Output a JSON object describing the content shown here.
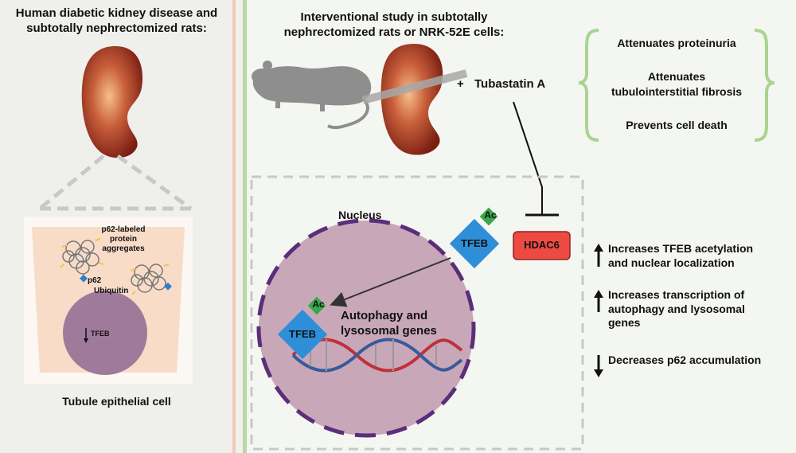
{
  "left": {
    "title_line1": "Human diabetic kidney disease and",
    "title_line2": "subtotally nephrectomized rats:",
    "aggregate_label_line1": "p62-labeled",
    "aggregate_label_line2": "protein",
    "aggregate_label_line3": "aggregates",
    "p62_label": "p62",
    "ubiquitin_label": "Ubiquitin",
    "tfeb_label": "TFEB",
    "caption": "Tubule epithelial cell"
  },
  "right": {
    "title_line1": "Interventional study in subtotally",
    "title_line2": "nephrectomized rats or NRK-52E cells:",
    "plus": "+",
    "drug": "Tubastatin A",
    "outcomes": [
      "Attenuates proteinuria",
      "Attenuates",
      "tubulointerstitial fibrosis",
      "Prevents cell death"
    ],
    "nucleus_label": "Nucleus",
    "tfeb": "TFEB",
    "ac": "Ac",
    "hdac6": "HDAC6",
    "genes_line1": "Autophagy and",
    "genes_line2": "lysosomal genes",
    "effects": [
      {
        "direction": "up",
        "line1": "Increases TFEB acetylation",
        "line2": "and nuclear localization",
        "line3": ""
      },
      {
        "direction": "up",
        "line1": "Increases transcription of",
        "line2": "autophagy and lysosomal",
        "line3": "genes"
      },
      {
        "direction": "down",
        "line1": "Decreases p62 accumulation",
        "line2": "",
        "line3": ""
      }
    ]
  },
  "colors": {
    "divider": "#f2c9b8",
    "green_divider": "#b9d8a8",
    "cell": "#f8dcc8",
    "nucleus": "#c8a8b8",
    "nucleus_border": "#5a2e7a",
    "tfeb": "#2e8fd8",
    "ac": "#3aa84a",
    "hdac6": "#ee4a44",
    "bracket": "#a8d490",
    "dna_red": "#c0303a",
    "dna_blue": "#3a5a9a"
  }
}
